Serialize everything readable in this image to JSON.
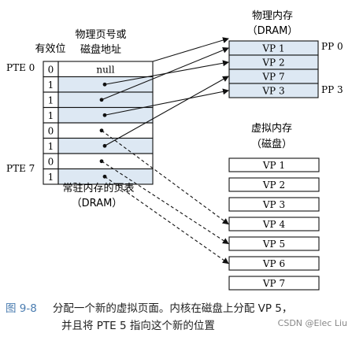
{
  "page_table": {
    "header_valid": "有效位",
    "header_addr_line1": "物理页号或",
    "header_addr_line2": "磁盘地址",
    "pte_first_label": "PTE 0",
    "pte_last_label": "PTE 7",
    "rows": [
      {
        "valid": "0",
        "addr": "null",
        "points_to": null,
        "style": "none"
      },
      {
        "valid": "1",
        "addr": "",
        "points_to": "mem-1",
        "style": "solid"
      },
      {
        "valid": "1",
        "addr": "",
        "points_to": "mem-0",
        "style": "solid"
      },
      {
        "valid": "1",
        "addr": "",
        "points_to": "mem-3",
        "style": "solid"
      },
      {
        "valid": "0",
        "addr": "",
        "points_to": "disk-3",
        "style": "dashed"
      },
      {
        "valid": "1",
        "addr": "",
        "points_to": "mem-2",
        "style": "solid"
      },
      {
        "valid": "0",
        "addr": "",
        "points_to": "disk-4",
        "style": "dashed"
      },
      {
        "valid": "1",
        "addr": "",
        "points_to": "disk-5",
        "style": "dashed"
      }
    ],
    "caption_line1": "常驻内存的页表",
    "caption_line2": "（DRAM）"
  },
  "physical_memory": {
    "title_line1": "物理内存",
    "title_line2": "（DRAM）",
    "pages": [
      "VP 1",
      "VP 2",
      "VP 7",
      "VP 3"
    ],
    "pp_first_label": "PP 0",
    "pp_last_label": "PP 3"
  },
  "virtual_memory": {
    "title_line1": "虚拟内存",
    "title_line2": "（磁盘）",
    "pages": [
      "VP 1",
      "VP 2",
      "VP 3",
      "VP 4",
      "VP 5",
      "VP 6",
      "VP 7"
    ]
  },
  "figure_caption": {
    "number": "图 9-8",
    "line1": "分配一个新的虚拟页面。内核在磁盘上分配 VP 5，",
    "line2": "并且将 PTE 5 指向这个新的位置"
  },
  "watermark": "CSDN @Elec Liu",
  "colors": {
    "mem_fill": "#dde8f3",
    "stroke": "#111111",
    "caption_number": "#4a7cb0"
  }
}
